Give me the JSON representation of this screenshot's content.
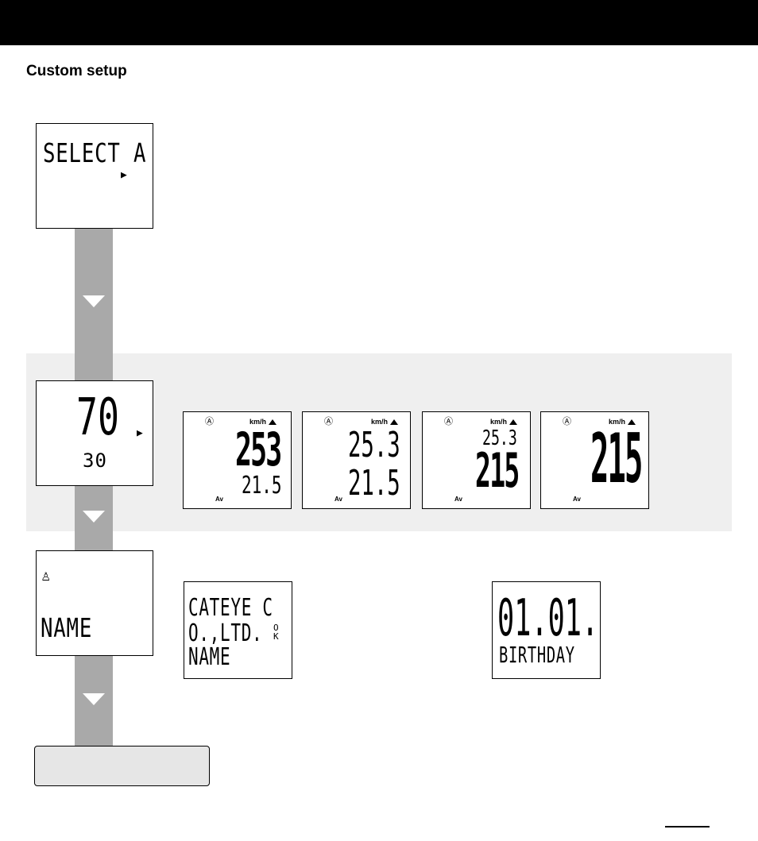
{
  "heading": "Custom setup",
  "screens": {
    "select": {
      "line1": "SELECT A"
    },
    "speed": {
      "big": "70",
      "small": "30"
    },
    "name": {
      "label": "NAME"
    }
  },
  "layouts": {
    "unit": "km/h",
    "av": "Av",
    "items": [
      {
        "top": "253",
        "bottom": "21.5"
      },
      {
        "top": "25.3",
        "bottom": "21.5"
      },
      {
        "top": "25.3",
        "bottom": "215"
      },
      {
        "top": "",
        "bottom": "215"
      }
    ]
  },
  "examples": {
    "cateye": {
      "line1": "CATEYE C",
      "line2": "O.,LTD.",
      "line3": "NAME"
    },
    "birthday": {
      "line1": "01.01.",
      "line2": "BIRTHDAY"
    }
  }
}
